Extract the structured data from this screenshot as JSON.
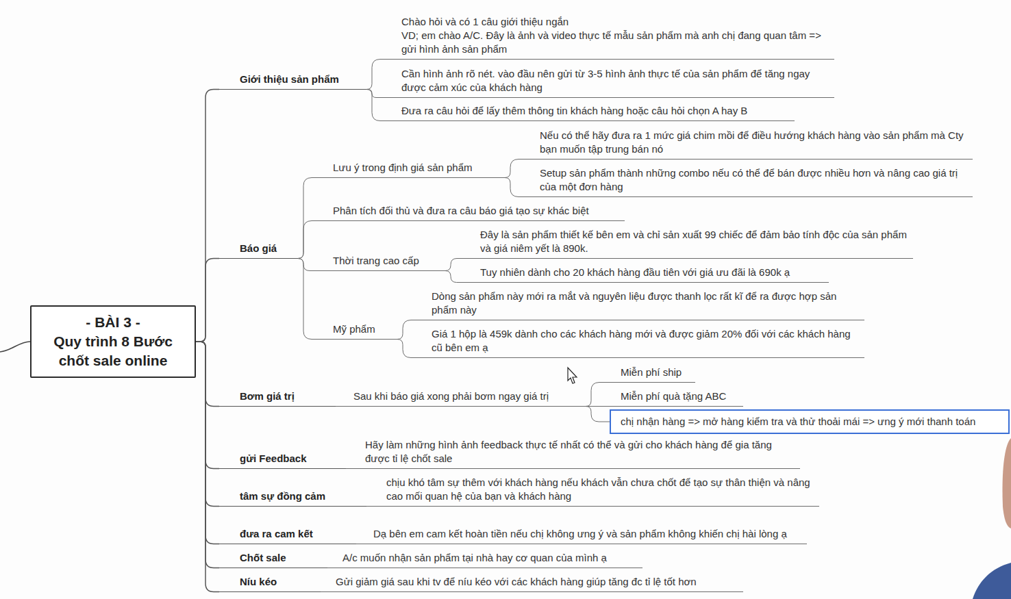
{
  "diagram": {
    "nodes": [
      {
        "text": [
          "- BÀI 3 -",
          "Quy trình 8 Bước chốt sale online"
        ]
      },
      {
        "text": [
          "Giới thiệu sản phẩm"
        ]
      },
      {
        "text": [
          "Chào hỏi và có 1 câu giới thiệu ngắn",
          "VD; em chào A/C. Đây là ảnh và video thực tế mẫu sản phẩm mà anh chị đang quan tâm => gửi hình ảnh sản phẩm"
        ]
      },
      {
        "text": [
          "Cần hình ảnh rõ nét. vào đầu nên gửi từ 3-5 hình ảnh thực tế của sản phẩm để tăng ngay được cảm xúc của khách hàng"
        ]
      },
      {
        "text": [
          "Đưa ra câu hỏi để lấy thêm thông tin khách hàng hoặc câu hỏi chọn A hay B"
        ]
      },
      {
        "text": [
          "Báo giá"
        ]
      },
      {
        "text": [
          "Lưu ý trong định giá sản phẩm"
        ]
      },
      {
        "text": [
          "Nếu có thể hãy đưa ra 1 mức giá chim mồi để điều hướng khách hàng vào sản phẩm mà Cty bạn muốn tập trung bán nó"
        ]
      },
      {
        "text": [
          "Setup sản phẩm thành những combo nếu có thể để bán được nhiều hơn và nâng cao giá trị của một đơn hàng"
        ]
      },
      {
        "text": [
          "Phân tích đối thủ và đưa ra câu báo giá tạo sự khác biệt"
        ]
      },
      {
        "text": [
          "Thời trang cao cấp"
        ]
      },
      {
        "text": [
          "Đây là sản phẩm thiết kế bên em và chỉ sản xuất 99 chiếc để đảm bảo tính độc của sản phẩm và giá niêm yết là 890k."
        ]
      },
      {
        "text": [
          "Tuy nhiên dành cho 20 khách hàng đầu tiên với giá ưu đãi là 690k ạ"
        ]
      },
      {
        "text": [
          "Mỹ phẩm"
        ]
      },
      {
        "text": [
          "Dòng sản phẩm này mới ra mắt và nguyên liệu được thanh lọc rất kĩ để ra được hợp sản phẩm này"
        ]
      },
      {
        "text": [
          "Giá 1 hộp là 459k dành cho các khách hàng mới và được giảm 20% đối với các khách hàng cũ bên em ạ"
        ]
      },
      {
        "text": [
          "Bơm giá trị"
        ]
      },
      {
        "text": [
          "Sau khi báo giá xong phải bơm ngay giá trị"
        ]
      },
      {
        "text": [
          "Miễn phí ship"
        ]
      },
      {
        "text": [
          "Miễn phí quà tặng ABC"
        ]
      },
      {
        "text": [
          "chị nhận hàng => mở hàng kiểm tra và thử thoải mái => ưng ý mới thanh toán"
        ]
      },
      {
        "text": [
          "gửi Feedback"
        ]
      },
      {
        "text": [
          "Hãy làm những hình ảnh feedback thực tế nhất có thể và gửi cho khách hàng để gia tăng được tỉ lệ chốt sale"
        ]
      },
      {
        "text": [
          "tâm sự đồng cảm"
        ]
      },
      {
        "text": [
          "chịu khó tâm sự thêm với khách hàng nếu khách vẫn chưa chốt để tạo sự thân thiện và nâng cao mối quan hệ của bạn và khách hàng"
        ]
      },
      {
        "text": [
          "đưa ra cam kết"
        ]
      },
      {
        "text": [
          "Dạ bên em cam kết hoàn tiền nếu chị không ưng ý và sản phẩm không khiến chị hài lòng ạ"
        ]
      },
      {
        "text": [
          "Chốt sale"
        ]
      },
      {
        "text": [
          "A/c muốn nhận sản phẩm tại nhà hay cơ quan của mình ạ"
        ]
      },
      {
        "text": [
          "Níu kéo"
        ]
      },
      {
        "text": [
          "Gửi giảm giá sau khi tv để níu kéo với các khách hàng giúp tăng đc tỉ lệ tốt hơn"
        ]
      }
    ],
    "edges": [
      {
        "from": 0,
        "to": 1,
        "arrow": "none"
      },
      {
        "from": 1,
        "to": 2,
        "arrow": "none"
      },
      {
        "from": 1,
        "to": 3,
        "arrow": "none"
      },
      {
        "from": 1,
        "to": 4,
        "arrow": "none"
      },
      {
        "from": 0,
        "to": 5,
        "arrow": "none"
      },
      {
        "from": 5,
        "to": 6,
        "arrow": "none"
      },
      {
        "from": 6,
        "to": 7,
        "arrow": "none"
      },
      {
        "from": 6,
        "to": 8,
        "arrow": "none"
      },
      {
        "from": 5,
        "to": 9,
        "arrow": "none"
      },
      {
        "from": 5,
        "to": 10,
        "arrow": "none"
      },
      {
        "from": 10,
        "to": 11,
        "arrow": "none"
      },
      {
        "from": 10,
        "to": 12,
        "arrow": "none"
      },
      {
        "from": 5,
        "to": 13,
        "arrow": "none"
      },
      {
        "from": 13,
        "to": 14,
        "arrow": "none"
      },
      {
        "from": 13,
        "to": 15,
        "arrow": "none"
      },
      {
        "from": 0,
        "to": 16,
        "arrow": "none"
      },
      {
        "from": 16,
        "to": 17,
        "arrow": "none"
      },
      {
        "from": 17,
        "to": 18,
        "arrow": "none"
      },
      {
        "from": 17,
        "to": 19,
        "arrow": "none"
      },
      {
        "from": 17,
        "to": 20,
        "arrow": "none"
      },
      {
        "from": 0,
        "to": 21,
        "arrow": "none"
      },
      {
        "from": 21,
        "to": 22,
        "arrow": "none"
      },
      {
        "from": 0,
        "to": 23,
        "arrow": "none"
      },
      {
        "from": 23,
        "to": 24,
        "arrow": "none"
      },
      {
        "from": 0,
        "to": 25,
        "arrow": "none"
      },
      {
        "from": 25,
        "to": 26,
        "arrow": "none"
      },
      {
        "from": 0,
        "to": 27,
        "arrow": "none"
      },
      {
        "from": 27,
        "to": 28,
        "arrow": "none"
      },
      {
        "from": 0,
        "to": 29,
        "arrow": "none"
      },
      {
        "from": 29,
        "to": 30,
        "arrow": "none"
      }
    ]
  }
}
